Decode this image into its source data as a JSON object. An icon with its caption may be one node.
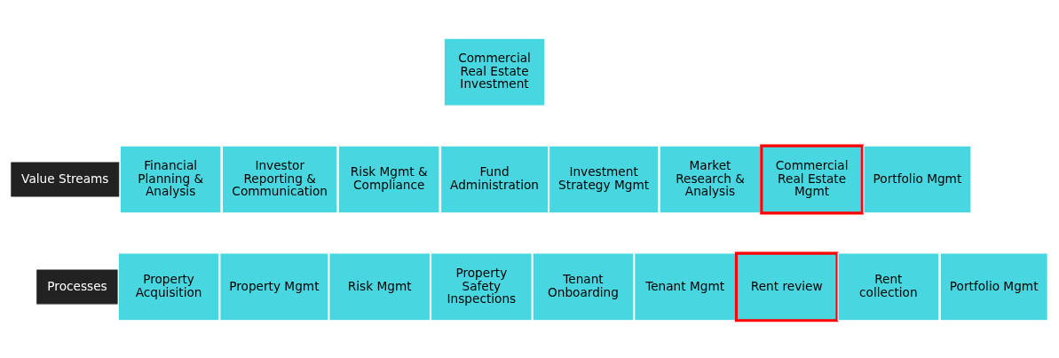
{
  "diagram": {
    "nodes": [
      {
        "text": [
          "Commercial Real Estate Investment"
        ]
      },
      {
        "text": [
          "Value Streams"
        ]
      },
      {
        "text": [
          "Financial Planning & Analysis"
        ]
      },
      {
        "text": [
          "Investor Reporting & Communication"
        ]
      },
      {
        "text": [
          "Risk Mgmt & Compliance"
        ]
      },
      {
        "text": [
          "Fund Administration"
        ]
      },
      {
        "text": [
          "Investment Strategy Mgmt"
        ]
      },
      {
        "text": [
          "Market Research & Analysis"
        ]
      },
      {
        "text": [
          "Commercial Real Estate Mgmt"
        ]
      },
      {
        "text": [
          "Portfolio Mgmt"
        ]
      },
      {
        "text": [
          "Processes"
        ]
      },
      {
        "text": [
          "Property Acquisition"
        ]
      },
      {
        "text": [
          "Property Mgmt"
        ]
      },
      {
        "text": [
          "Risk Mgmt"
        ]
      },
      {
        "text": [
          "Property Safety Inspections"
        ]
      },
      {
        "text": [
          "Tenant Onboarding"
        ]
      },
      {
        "text": [
          "Tenant Mgmt"
        ]
      },
      {
        "text": [
          "Rent review"
        ]
      },
      {
        "text": [
          "Rent collection"
        ]
      },
      {
        "text": [
          "Portfolio Mgmt"
        ]
      }
    ],
    "edges": []
  }
}
